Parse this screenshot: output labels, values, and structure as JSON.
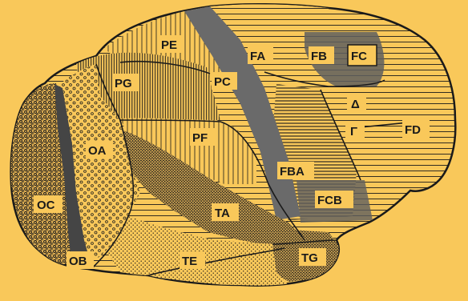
{
  "colors": {
    "background": "#f9c85a",
    "ink": "#1a1a1a",
    "shading_dark": "#5a5a5a"
  },
  "labels": {
    "PE": "PE",
    "FA": "FA",
    "FB": "FB",
    "FC": "FC",
    "PG": "PG",
    "PC": "PC",
    "delta": "Δ",
    "gamma": "Γ",
    "FD": "FD",
    "OA": "OA",
    "PF": "PF",
    "FBA": "FBA",
    "OC": "OC",
    "TA": "TA",
    "FCB": "FCB",
    "OB": "OB",
    "TE": "TE",
    "TG": "TG"
  }
}
